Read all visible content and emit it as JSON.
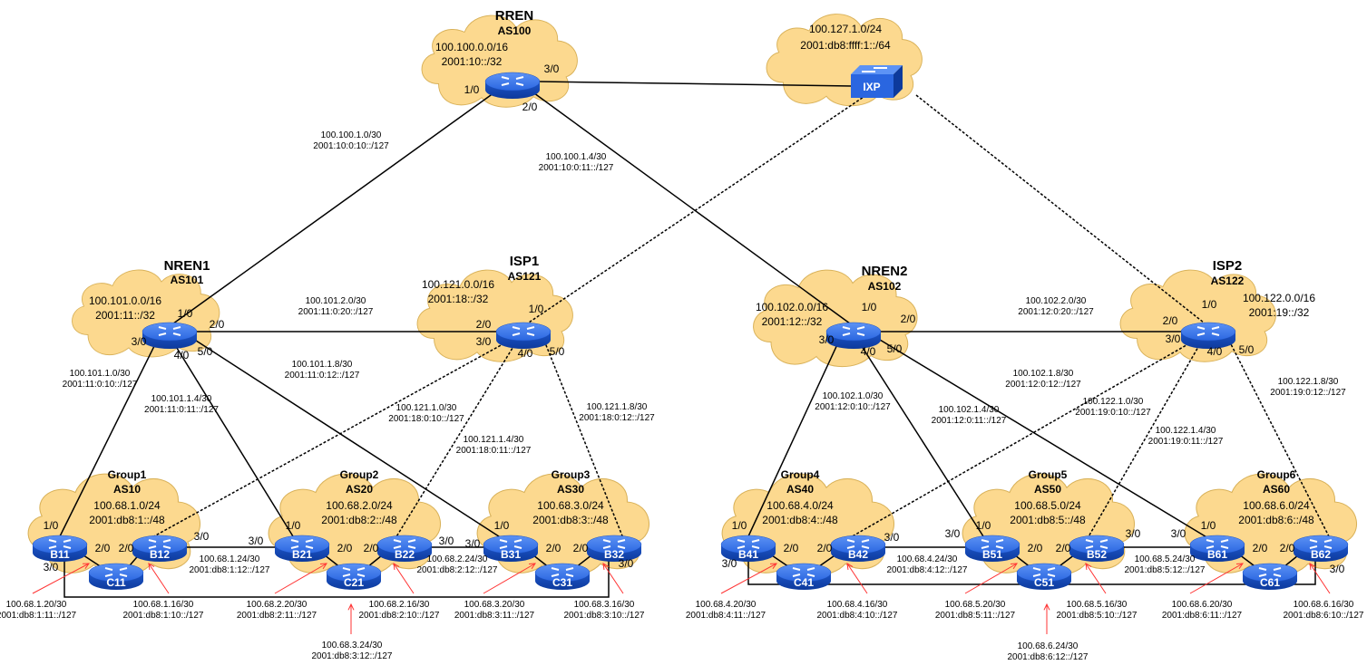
{
  "diagram": {
    "colors": {
      "cloud": "#fcd98f",
      "router": "#1f5fd6",
      "link": "#000000",
      "annotation_arrow": "#ff3333"
    },
    "rren": {
      "name": "RREN",
      "as": "AS100",
      "ipv4": "100.100.0.0/16",
      "ipv6": "2001:10::/32",
      "ports": [
        "1/0",
        "2/0",
        "3/0"
      ]
    },
    "ixp": {
      "name": "IXP",
      "ipv4": "100.127.1.0/24",
      "ipv6": "2001:db8:ffff:1::/64"
    },
    "nren1": {
      "name": "NREN1",
      "as": "AS101",
      "ipv4": "100.101.0.0/16",
      "ipv6": "2001:11::/32",
      "ports": [
        "1/0",
        "2/0",
        "3/0",
        "4/0",
        "5/0"
      ]
    },
    "isp1": {
      "name": "ISP1",
      "as": "AS121",
      "ipv4": "100.121.0.0/16",
      "ipv6": "2001:18::/32",
      "ports": [
        "1/0",
        "2/0",
        "3/0",
        "4/0",
        "5/0"
      ]
    },
    "nren2": {
      "name": "NREN2",
      "as": "AS102",
      "ipv4": "100.102.0.0/16",
      "ipv6": "2001:12::/32",
      "ports": [
        "1/0",
        "2/0",
        "3/0",
        "4/0",
        "5/0"
      ]
    },
    "isp2": {
      "name": "ISP2",
      "as": "AS122",
      "ipv4": "100.122.0.0/16",
      "ipv6": "2001:19::/32",
      "ports": [
        "1/0",
        "2/0",
        "3/0",
        "4/0",
        "5/0"
      ]
    },
    "links": {
      "rren_nren1": [
        "100.100.1.0/30",
        "2001:10:0:10::/127"
      ],
      "rren_nren2": [
        "100.100.1.4/30",
        "2001:10:0:11::/127"
      ],
      "nren1_isp1": [
        "100.101.2.0/30",
        "2001:11:0:20::/127"
      ],
      "nren1_g1": [
        "100.101.1.0/30",
        "2001:11:0:10::/127"
      ],
      "nren1_g2": [
        "100.101.1.4/30",
        "2001:11:0:11::/127"
      ],
      "nren1_g3": [
        "100.101.1.8/30",
        "2001:11:0:12::/127"
      ],
      "isp1_g1": [
        "100.121.1.0/30",
        "2001:18:0:10::/127"
      ],
      "isp1_g2": [
        "100.121.1.4/30",
        "2001:18:0:11::/127"
      ],
      "isp1_g3": [
        "100.121.1.8/30",
        "2001:18:0:12::/127"
      ],
      "nren2_isp2": [
        "100.102.2.0/30",
        "2001:12:0:20::/127"
      ],
      "nren2_g4": [
        "100.102.1.0/30",
        "2001:12:0:10::/127"
      ],
      "nren2_g5": [
        "100.102.1.4/30",
        "2001:12:0:11::/127"
      ],
      "nren2_g6": [
        "100.102.1.8/30",
        "2001:12:0:12::/127"
      ],
      "isp2_g4": [
        "100.122.1.0/30",
        "2001:19:0:10::/127"
      ],
      "isp2_g5": [
        "100.122.1.4/30",
        "2001:19:0:11::/127"
      ],
      "isp2_g6": [
        "100.122.1.8/30",
        "2001:19:0:12::/127"
      ],
      "g1_g2": [
        "100.68.1.24/30",
        "2001:db8:1:12::/127"
      ],
      "g2_g3": [
        "100.68.2.24/30",
        "2001:db8:2:12::/127"
      ],
      "g3_g1": [
        "100.68.3.24/30",
        "2001:db8:3:12::/127"
      ],
      "g4_g5": [
        "100.68.4.24/30",
        "2001:db8:4:12::/127"
      ],
      "g5_g6": [
        "100.68.5.24/30",
        "2001:db8:5:12::/127"
      ],
      "g6_g4": [
        "100.68.6.24/30",
        "2001:db8:6:12::/127"
      ]
    },
    "groups": [
      {
        "name": "Group1",
        "as": "AS10",
        "ipv4": "100.68.1.0/24",
        "ipv6": "2001:db8:1::/48",
        "b1": "B11",
        "b2": "B12",
        "c": "C11",
        "bc1": [
          "100.68.1.20/30",
          "2001:db8:1:11::/127"
        ],
        "bc2": [
          "100.68.1.16/30",
          "2001:db8:1:10::/127"
        ]
      },
      {
        "name": "Group2",
        "as": "AS20",
        "ipv4": "100.68.2.0/24",
        "ipv6": "2001:db8:2::/48",
        "b1": "B21",
        "b2": "B22",
        "c": "C21",
        "bc1": [
          "100.68.2.20/30",
          "2001:db8:2:11::/127"
        ],
        "bc2": [
          "100.68.2.16/30",
          "2001:db8:2:10::/127"
        ]
      },
      {
        "name": "Group3",
        "as": "AS30",
        "ipv4": "100.68.3.0/24",
        "ipv6": "2001:db8:3::/48",
        "b1": "B31",
        "b2": "B32",
        "c": "C31",
        "bc1": [
          "100.68.3.20/30",
          "2001:db8:3:11::/127"
        ],
        "bc2": [
          "100.68.3.16/30",
          "2001:db8:3:10::/127"
        ]
      },
      {
        "name": "Group4",
        "as": "AS40",
        "ipv4": "100.68.4.0/24",
        "ipv6": "2001:db8:4::/48",
        "b1": "B41",
        "b2": "B42",
        "c": "C41",
        "bc1": [
          "100.68.4.20/30",
          "2001:db8:4:11::/127"
        ],
        "bc2": [
          "100.68.4.16/30",
          "2001:db8:4:10::/127"
        ]
      },
      {
        "name": "Group5",
        "as": "AS50",
        "ipv4": "100.68.5.0/24",
        "ipv6": "2001:db8:5::/48",
        "b1": "B51",
        "b2": "B52",
        "c": "C51",
        "bc1": [
          "100.68.5.20/30",
          "2001:db8:5:11::/127"
        ],
        "bc2": [
          "100.68.5.16/30",
          "2001:db8:5:10::/127"
        ]
      },
      {
        "name": "Group6",
        "as": "AS60",
        "ipv4": "100.68.6.0/24",
        "ipv6": "2001:db8:6::/48",
        "b1": "B61",
        "b2": "B62",
        "c": "C61",
        "bc1": [
          "100.68.6.20/30",
          "2001:db8:6:11::/127"
        ],
        "bc2": [
          "100.68.6.16/30",
          "2001:db8:6:10::/127"
        ]
      }
    ],
    "group_ports": {
      "p10": "1/0",
      "p20": "2/0",
      "p30": "3/0"
    }
  }
}
